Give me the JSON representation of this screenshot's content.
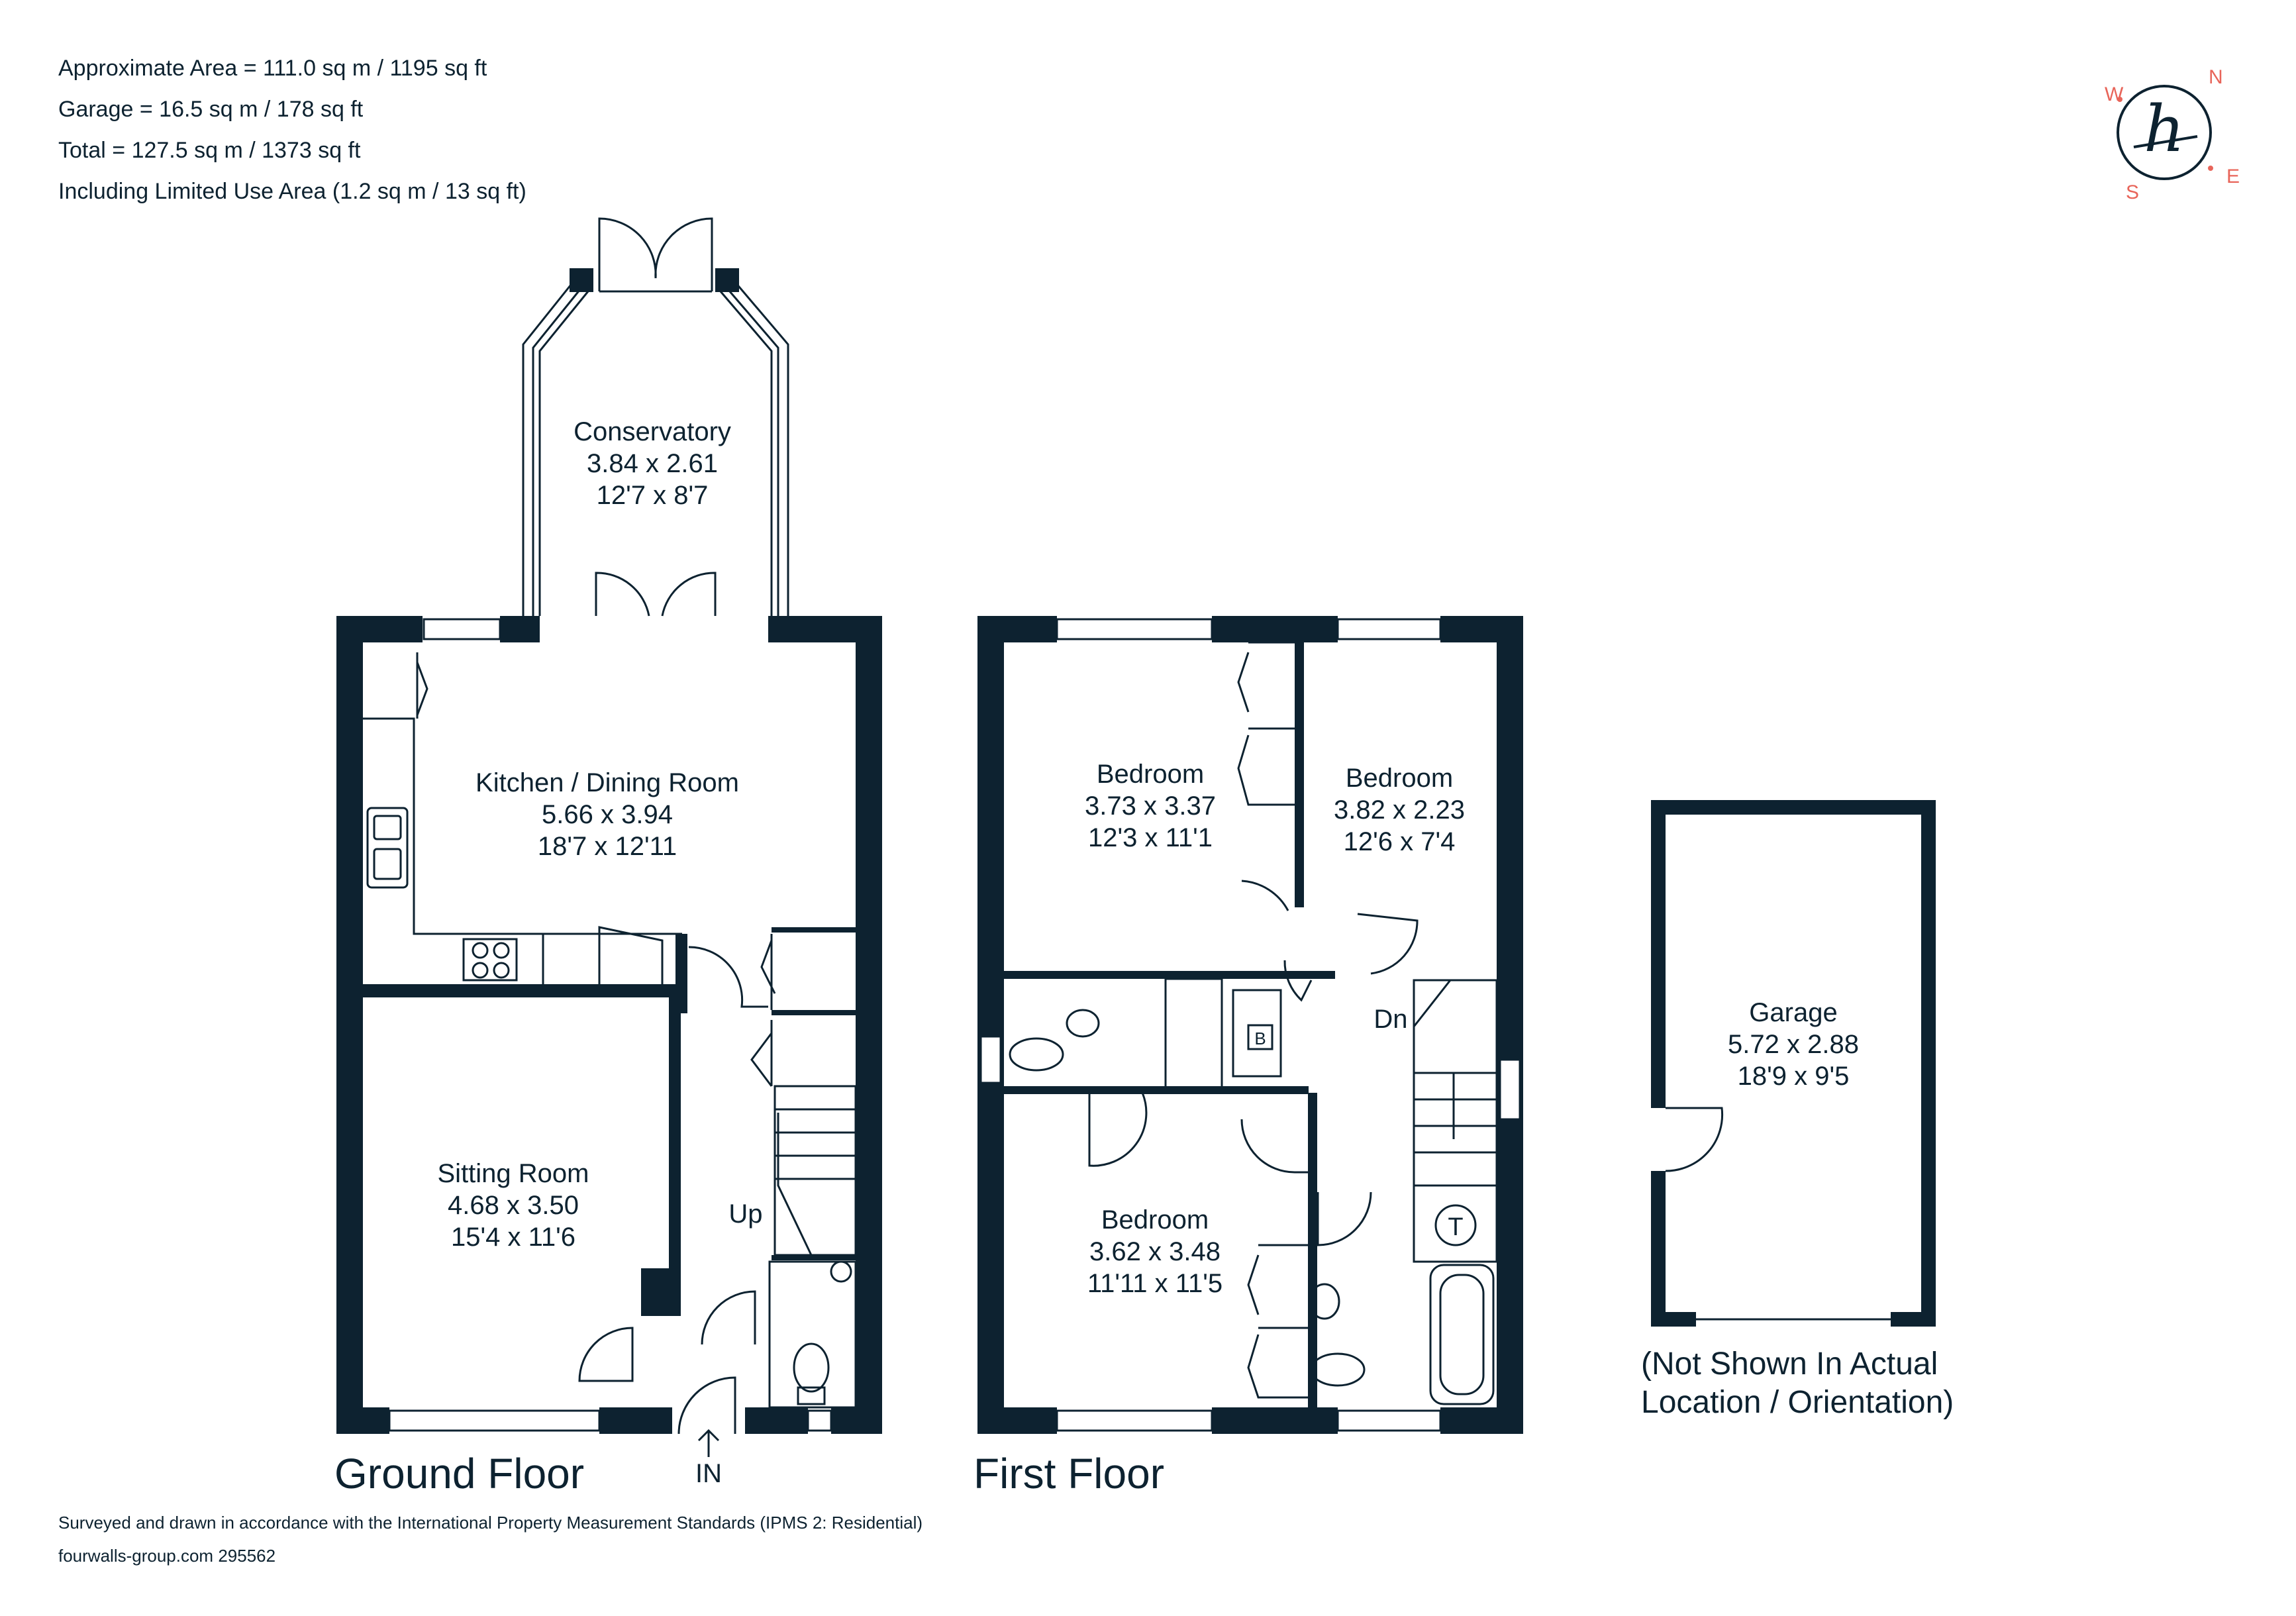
{
  "areas": {
    "approximate": "Approximate Area = 111.0 sq m / 1195 sq ft",
    "garage": "Garage = 16.5 sq m / 178 sq ft",
    "total": "Total = 127.5 sq m / 1373 sq ft",
    "limited_use": "Including Limited Use Area (1.2 sq m / 13 sq ft)"
  },
  "compass": {
    "n": "N",
    "e": "E",
    "s": "S",
    "w": "W"
  },
  "logo_text": "h",
  "colors": {
    "wall": "#0d2230",
    "accent": "#e8655a",
    "background": "#ffffff"
  },
  "rooms": {
    "conservatory": {
      "name": "Conservatory",
      "metric": "3.84 x 2.61",
      "imperial": "12'7 x 8'7"
    },
    "kitchen": {
      "name": "Kitchen / Dining Room",
      "metric": "5.66 x 3.94",
      "imperial": "18'7 x 12'11"
    },
    "sitting": {
      "name": "Sitting Room",
      "metric": "4.68 x 3.50",
      "imperial": "15'4 x 11'6"
    },
    "bedroom1": {
      "name": "Bedroom",
      "metric": "3.73 x 3.37",
      "imperial": "12'3 x 11'1"
    },
    "bedroom2": {
      "name": "Bedroom",
      "metric": "3.82 x 2.23",
      "imperial": "12'6 x 7'4"
    },
    "bedroom3": {
      "name": "Bedroom",
      "metric": "3.62 x 3.48",
      "imperial": "11'11 x 11'5"
    },
    "garage": {
      "name": "Garage",
      "metric": "5.72 x 2.88",
      "imperial": "18'9 x 9'5"
    }
  },
  "labels": {
    "up": "Up",
    "dn": "Dn",
    "in": "IN",
    "boiler": "B",
    "tank": "T"
  },
  "floors": {
    "ground": "Ground Floor",
    "first": "First Floor"
  },
  "garage_note": {
    "line1": "(Not Shown In Actual",
    "line2": "Location / Orientation)"
  },
  "footer": {
    "survey": "Surveyed and drawn in accordance with the International Property Measurement Standards (IPMS 2: Residential)",
    "ref": "fourwalls-group.com 295562"
  }
}
